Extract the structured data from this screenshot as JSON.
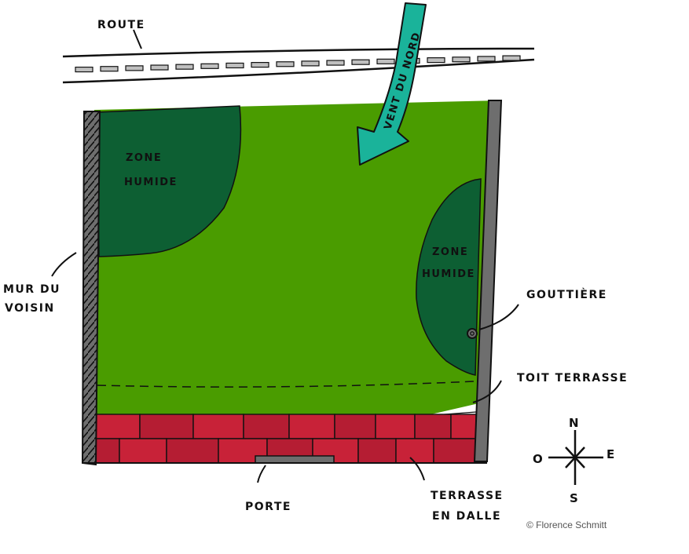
{
  "labels": {
    "road": "ROUTE",
    "wind": "VENT DU NORD",
    "wet_zone_1_line1": "ZONE",
    "wet_zone_1_line2": "HUMIDE",
    "wet_zone_2_line1": "ZONE",
    "wet_zone_2_line2": "HUMIDE",
    "neighbor_wall_line1": "MUR DU",
    "neighbor_wall_line2": "VOISIN",
    "gutter": "GOUTTIÈRE",
    "roof_terrace": "TOIT TERRASSE",
    "door": "PORTE",
    "terrace_line1": "TERRASSE",
    "terrace_line2": "EN DALLE",
    "credit": "© Florence Schmitt"
  },
  "compass": {
    "north": "N",
    "south": "S",
    "east": "E",
    "west": "O"
  },
  "colors": {
    "lawn": "#4a9c00",
    "wet_zone": "#0d5f33",
    "wind_arrow": "#1ab39a",
    "brick": "#c82238",
    "brick_dark": "#b51d33",
    "wall": "#6e6e6e",
    "road_dash": "#c0c0c0"
  }
}
